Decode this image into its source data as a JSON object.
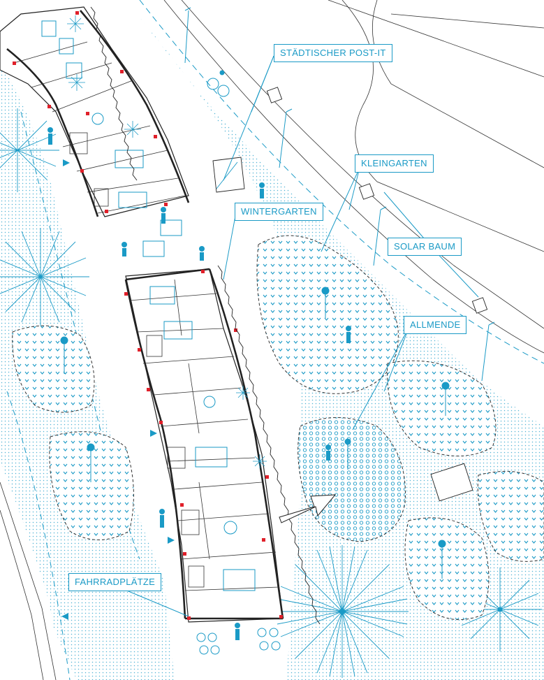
{
  "labels": {
    "post_it": "STÄDTISCHER POST-IT",
    "kleingarten": "KLEINGARTEN",
    "wintergarten": "WINTERGARTEN",
    "solar_baum": "SOLAR BAUM",
    "allmende": "ALLMENDE",
    "fahrradplaetze": "FAHRRADPLÄTZE"
  },
  "colors": {
    "accent": "#1a9ac6",
    "dot_fill": "#cfe8f2",
    "wall": "#222222",
    "marker": "#e0202a"
  }
}
